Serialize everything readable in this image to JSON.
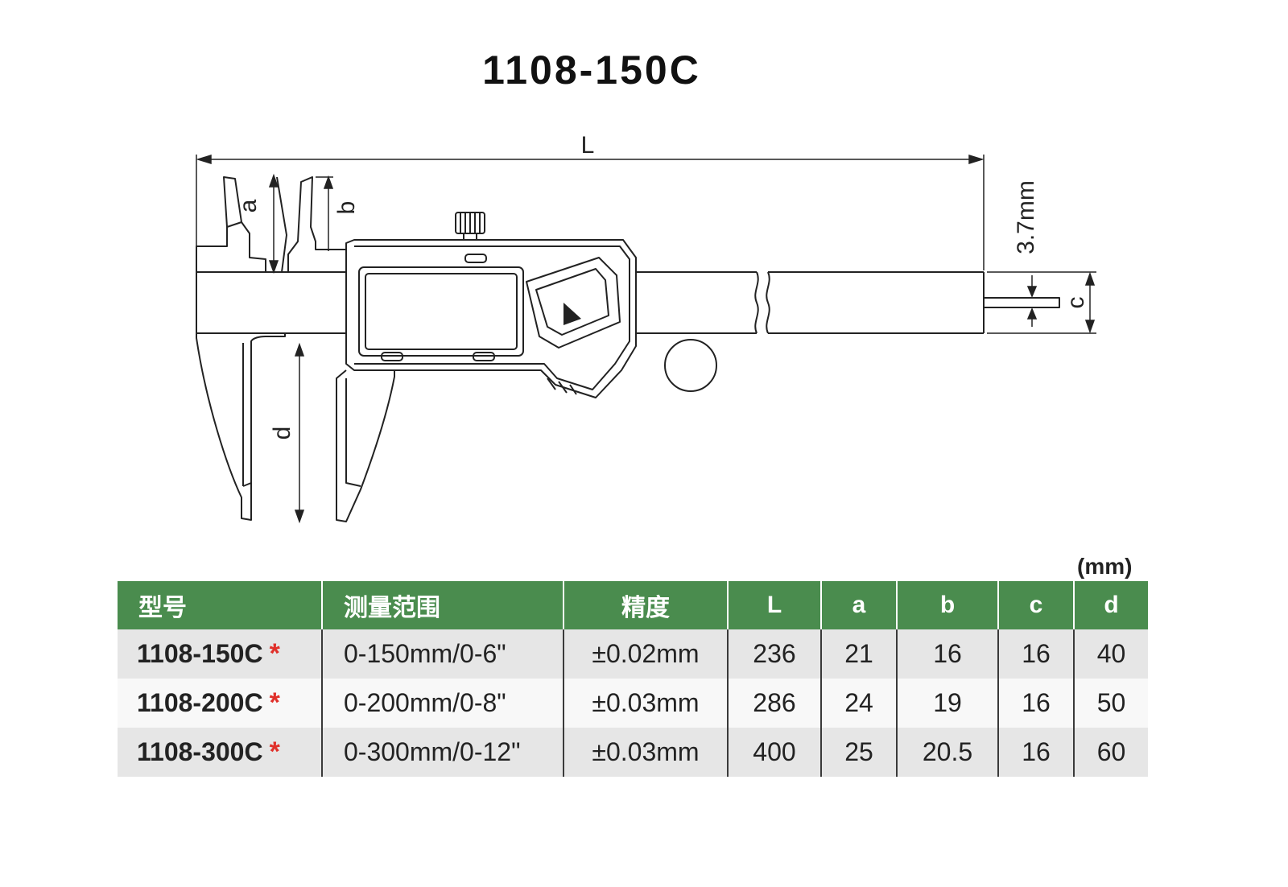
{
  "title": "1108-150C",
  "dimension_labels": {
    "L": "L",
    "a": "a",
    "b": "b",
    "c": "c",
    "d": "d",
    "depth": "3.7mm"
  },
  "unit": "(mm)",
  "table": {
    "headers": [
      "型号",
      "测量范围",
      "精度",
      "L",
      "a",
      "b",
      "c",
      "d"
    ],
    "rows": [
      {
        "model": "1108-150C",
        "mark": "*",
        "range": "0-150mm/0-6\"",
        "accuracy": "±0.02mm",
        "L": "236",
        "a": "21",
        "b": "16",
        "c": "16",
        "d": "40"
      },
      {
        "model": "1108-200C",
        "mark": "*",
        "range": "0-200mm/0-8\"",
        "accuracy": "±0.03mm",
        "L": "286",
        "a": "24",
        "b": "19",
        "c": "16",
        "d": "50"
      },
      {
        "model": "1108-300C",
        "mark": "*",
        "range": "0-300mm/0-12\"",
        "accuracy": "±0.03mm",
        "L": "400",
        "a": "25",
        "b": "20.5",
        "c": "16",
        "d": "60"
      }
    ]
  },
  "colors": {
    "header_green": "#4a8c4e",
    "star_red": "#e0302a",
    "row_shade": "#e6e6e6"
  }
}
